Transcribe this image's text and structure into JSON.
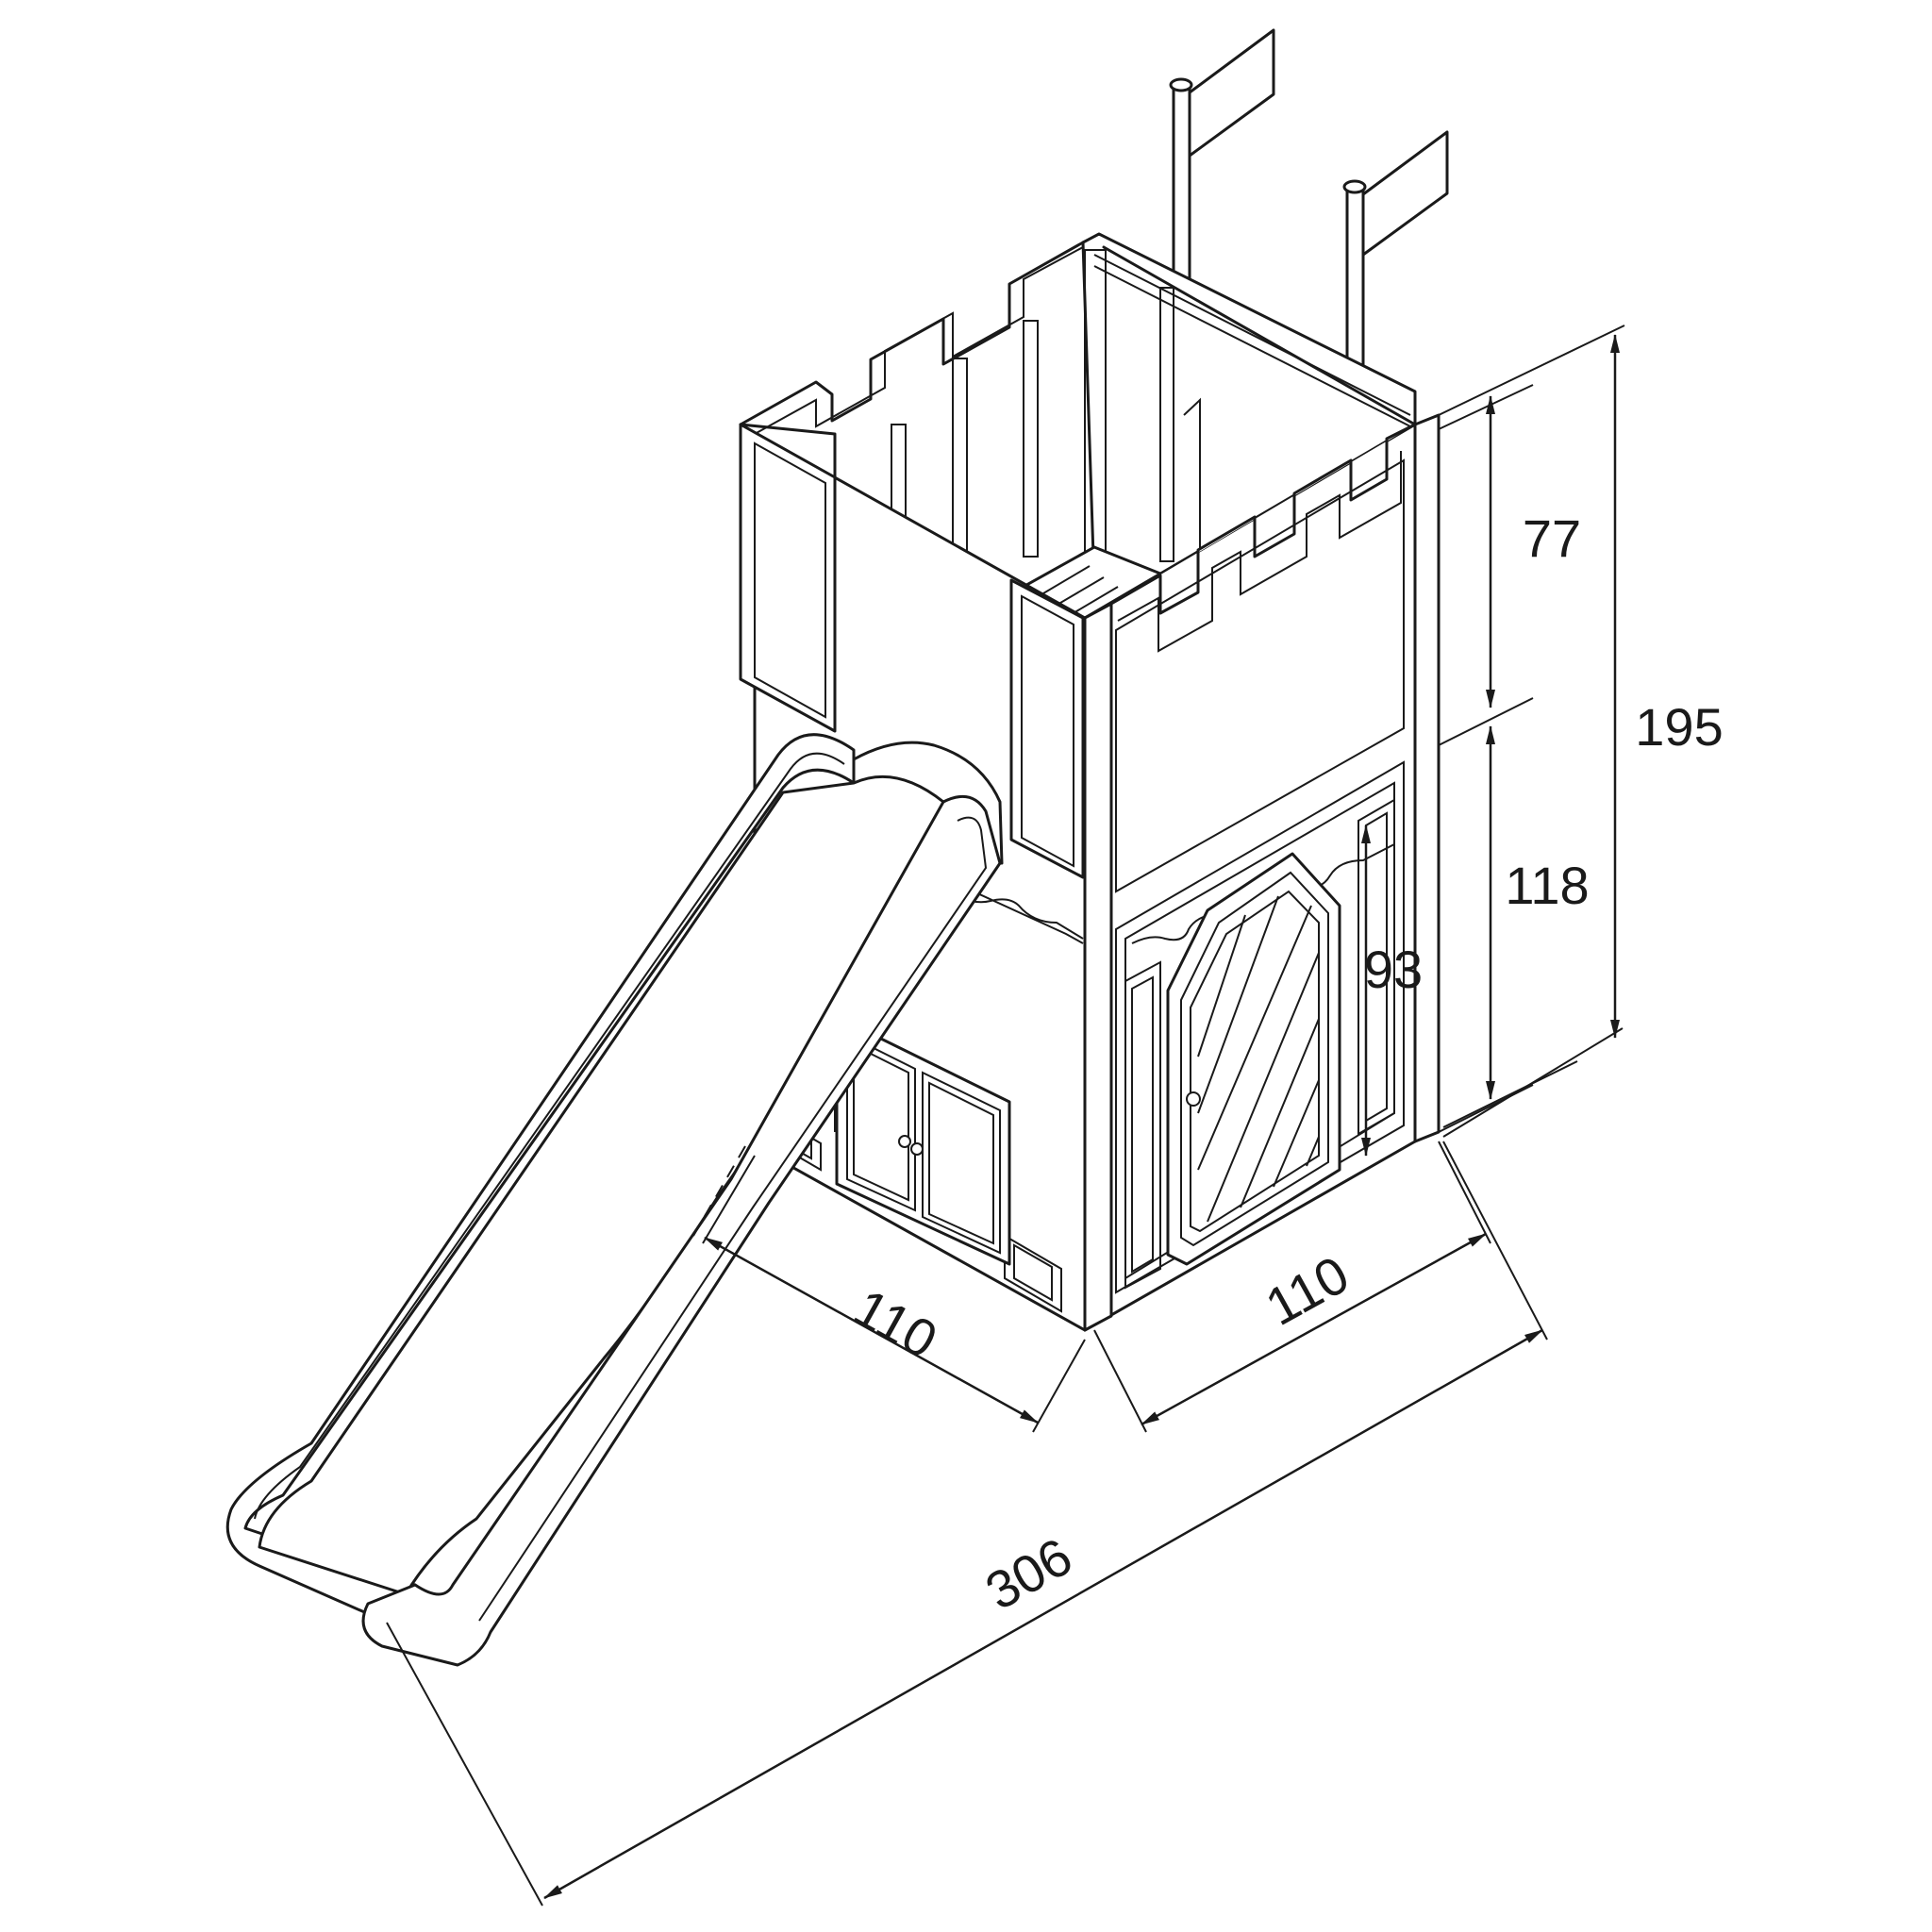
{
  "diagram": {
    "subject": "castle-tower-playhouse-with-slide",
    "dimensions": {
      "top_section": "77",
      "bottom_section": "118",
      "total_height": "195",
      "door_height": "93",
      "width_left": "110",
      "width_right": "110",
      "total_length": "306"
    },
    "colors": {
      "line": "#1a1a1a",
      "background": "#ffffff"
    }
  }
}
